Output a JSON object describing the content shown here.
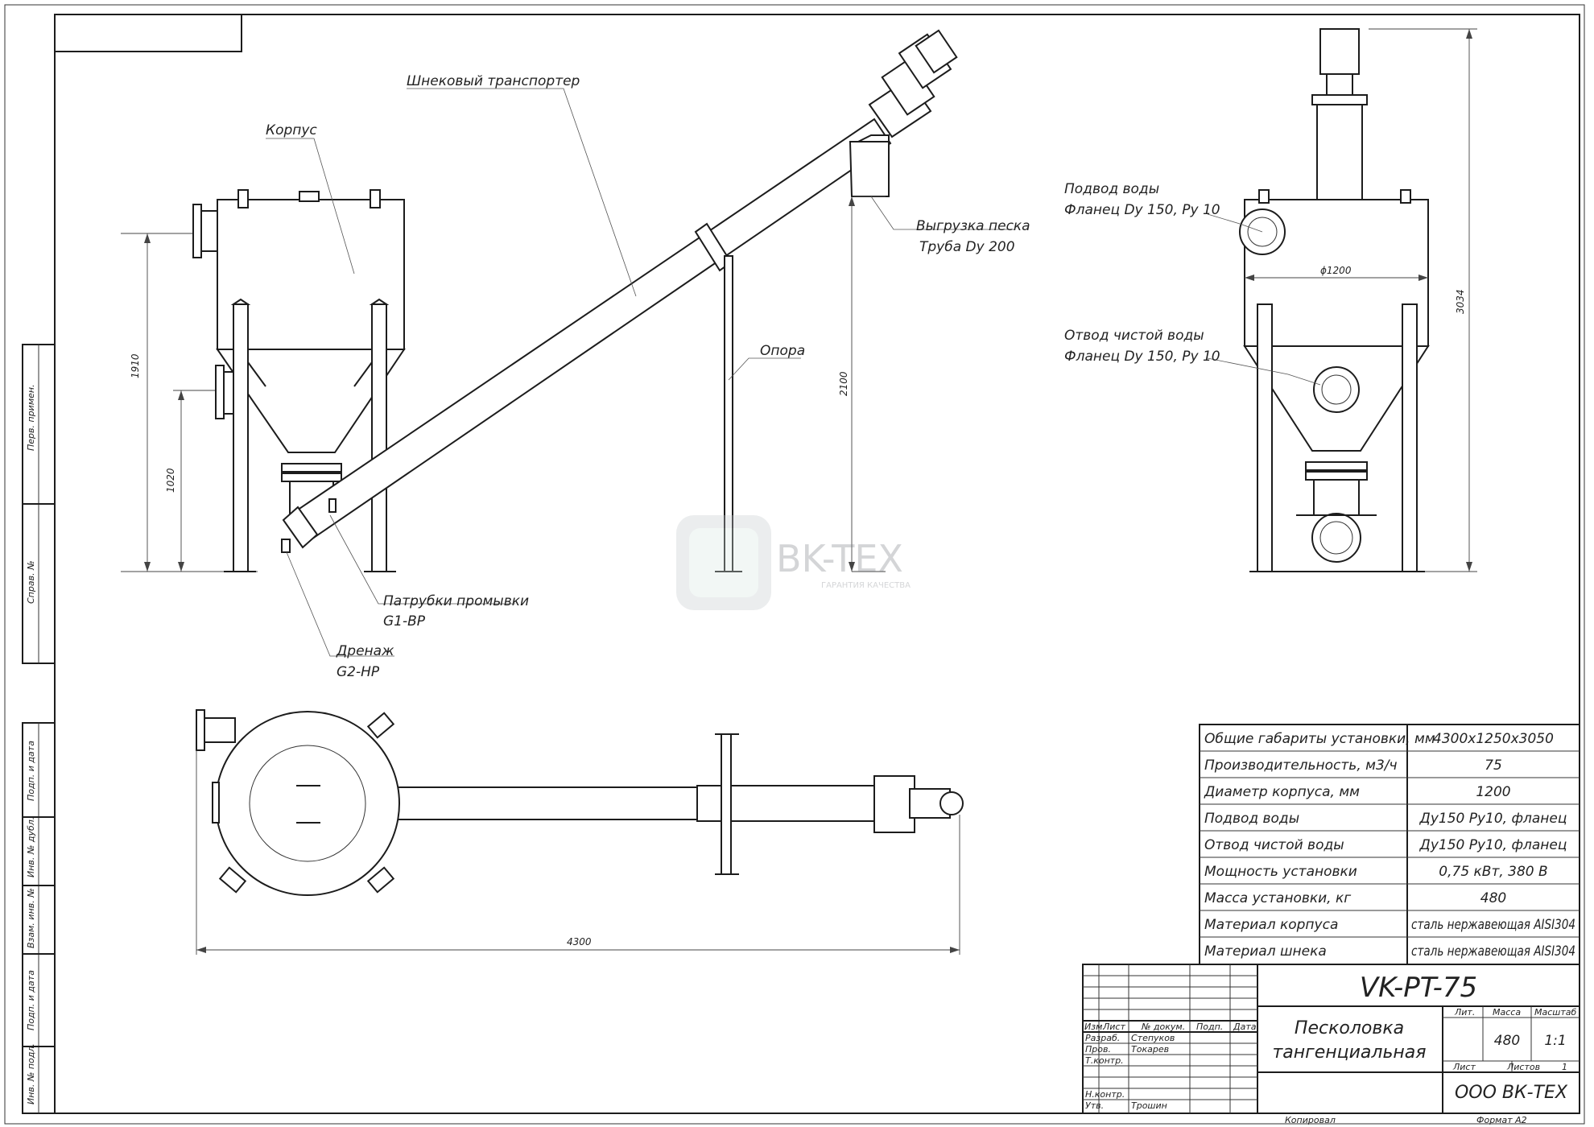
{
  "labels": {
    "korpus": "Корпус",
    "shnek": "Шнековый транспортер",
    "vygruzka_1": "Выгрузка песка",
    "vygruzka_2": "Труба Dy 200",
    "opora": "Опора",
    "patrubki_1": "Патрубки промывки",
    "patrubki_2": "G1-BP",
    "drenazh_1": "Дренаж",
    "drenazh_2": "G2-HP",
    "podvod_1": "Подвод воды",
    "podvod_2": "Фланец Dy 150, Py 10",
    "otvod_1": "Отвод чистой воды",
    "otvod_2": "Фланец Dy 150, Py 10"
  },
  "dimensions": {
    "h1910": "1910",
    "h1020": "1020",
    "h2100": "2100",
    "h3034": "3034",
    "d1200": "ϕ1200",
    "l4300": "4300"
  },
  "watermark": {
    "name": "BK-TEX",
    "tagline": "ГАРАНТИЯ КАЧЕСТВА"
  },
  "specs": [
    {
      "param": "Общие габариты установки, мм",
      "value": "4300х1250х3050"
    },
    {
      "param": "Производительность, м3/ч",
      "value": "75"
    },
    {
      "param": "Диаметр корпуса, мм",
      "value": "1200"
    },
    {
      "param": "Подвод воды",
      "value": "Ду150 Ру10, фланец"
    },
    {
      "param": "Отвод чистой воды",
      "value": "Ду150 Ру10, фланец"
    },
    {
      "param": "Мощность установки",
      "value": "0,75 кВт, 380 В"
    },
    {
      "param": "Масса установки, кг",
      "value": "480"
    },
    {
      "param": "Материал корпуса",
      "value": "сталь нержавеющая AISI304"
    },
    {
      "param": "Материал шнека",
      "value": "сталь нержавеющая AISI304"
    }
  ],
  "title_block": {
    "code": "VK-PT-75",
    "name_1": "Песколовка",
    "name_2": "тангенциальная",
    "company": "ООО ВК-ТЕХ",
    "head_izm": "Изм.",
    "head_list": "Лист",
    "head_dokum": "№ докум.",
    "head_podp": "Подп.",
    "head_data": "Дата",
    "razrab": "Разраб.",
    "razrab_name": "Степуков",
    "prov": "Пров.",
    "prov_name": "Токарев",
    "tkontr": "Т.контр.",
    "nkontr": "Н.контр.",
    "utv": "Утв.",
    "utv_name": "Трошин",
    "lit_label": "Лит.",
    "massa_label": "Масса",
    "masshtab_label": "Масштаб",
    "massa_value": "480",
    "masshtab_value": "1:1",
    "list_label": "Лист",
    "listov_label": "Листов",
    "listov_value": "1",
    "kopiroval": "Копировал",
    "format": "Формат   А2"
  },
  "side_stamps": [
    "Перв. примен.",
    "Справ. №",
    "Подп. и дата",
    "Инв. № дубл.",
    "Взам. инв. №",
    "Подп. и дата",
    "Инв. № подл."
  ]
}
